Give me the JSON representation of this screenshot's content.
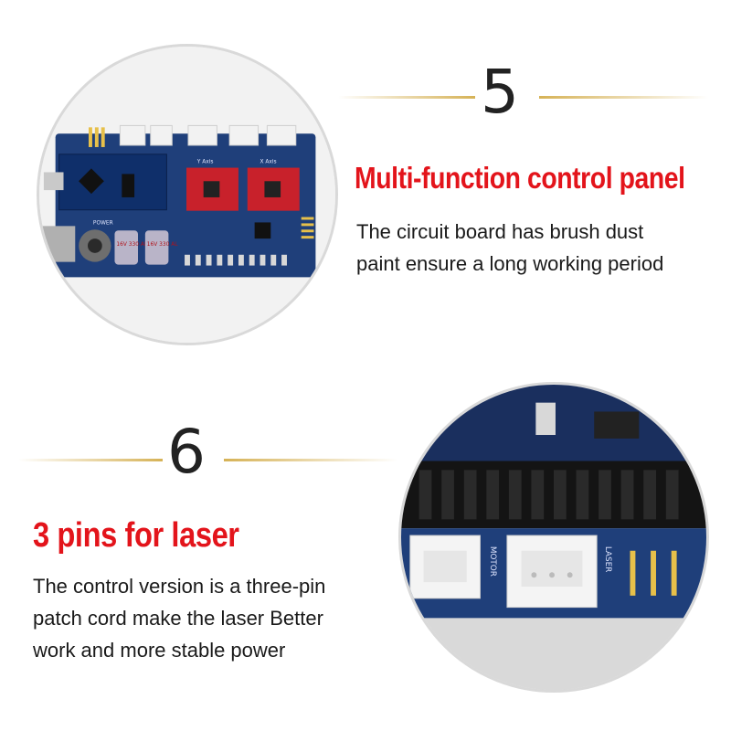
{
  "section_5": {
    "number": "5",
    "heading": "Multi-function control panel",
    "lines": [
      "The circuit board has brush dust",
      "paint ensure a long working period"
    ]
  },
  "section_6": {
    "number": "6",
    "heading": "3 pins for laser",
    "lines": [
      "The control version is a three-pin",
      "patch cord make the laser Better",
      "work and more stable power"
    ]
  },
  "board_labels": {
    "cap_a": "16V 330 AL",
    "cap_b": "16V 330 AL",
    "power": "POWER",
    "y_axis": "Y Axis",
    "x_axis": "X Axis",
    "motor": "MOTOR",
    "laser": "LASER"
  },
  "colors": {
    "heading": "#e3141b",
    "gold_line": "#d6b256",
    "board_blue": "#1f3f7a",
    "driver_red": "#c8212b"
  }
}
